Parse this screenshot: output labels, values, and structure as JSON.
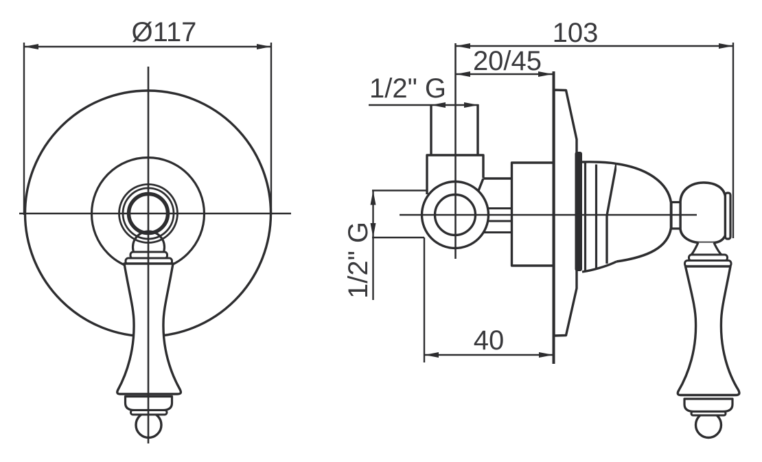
{
  "front_view": {
    "diameter_label": "Ø117"
  },
  "side_view": {
    "depth_label": "103",
    "adjust_range_label": "20/45",
    "inlet_top_label": "1/2\" G",
    "inlet_side_label": "1/2\" G",
    "offset_label": "40"
  },
  "colors": {
    "line": "#2d2d2f",
    "text": "#39393c",
    "background": "#ffffff"
  }
}
